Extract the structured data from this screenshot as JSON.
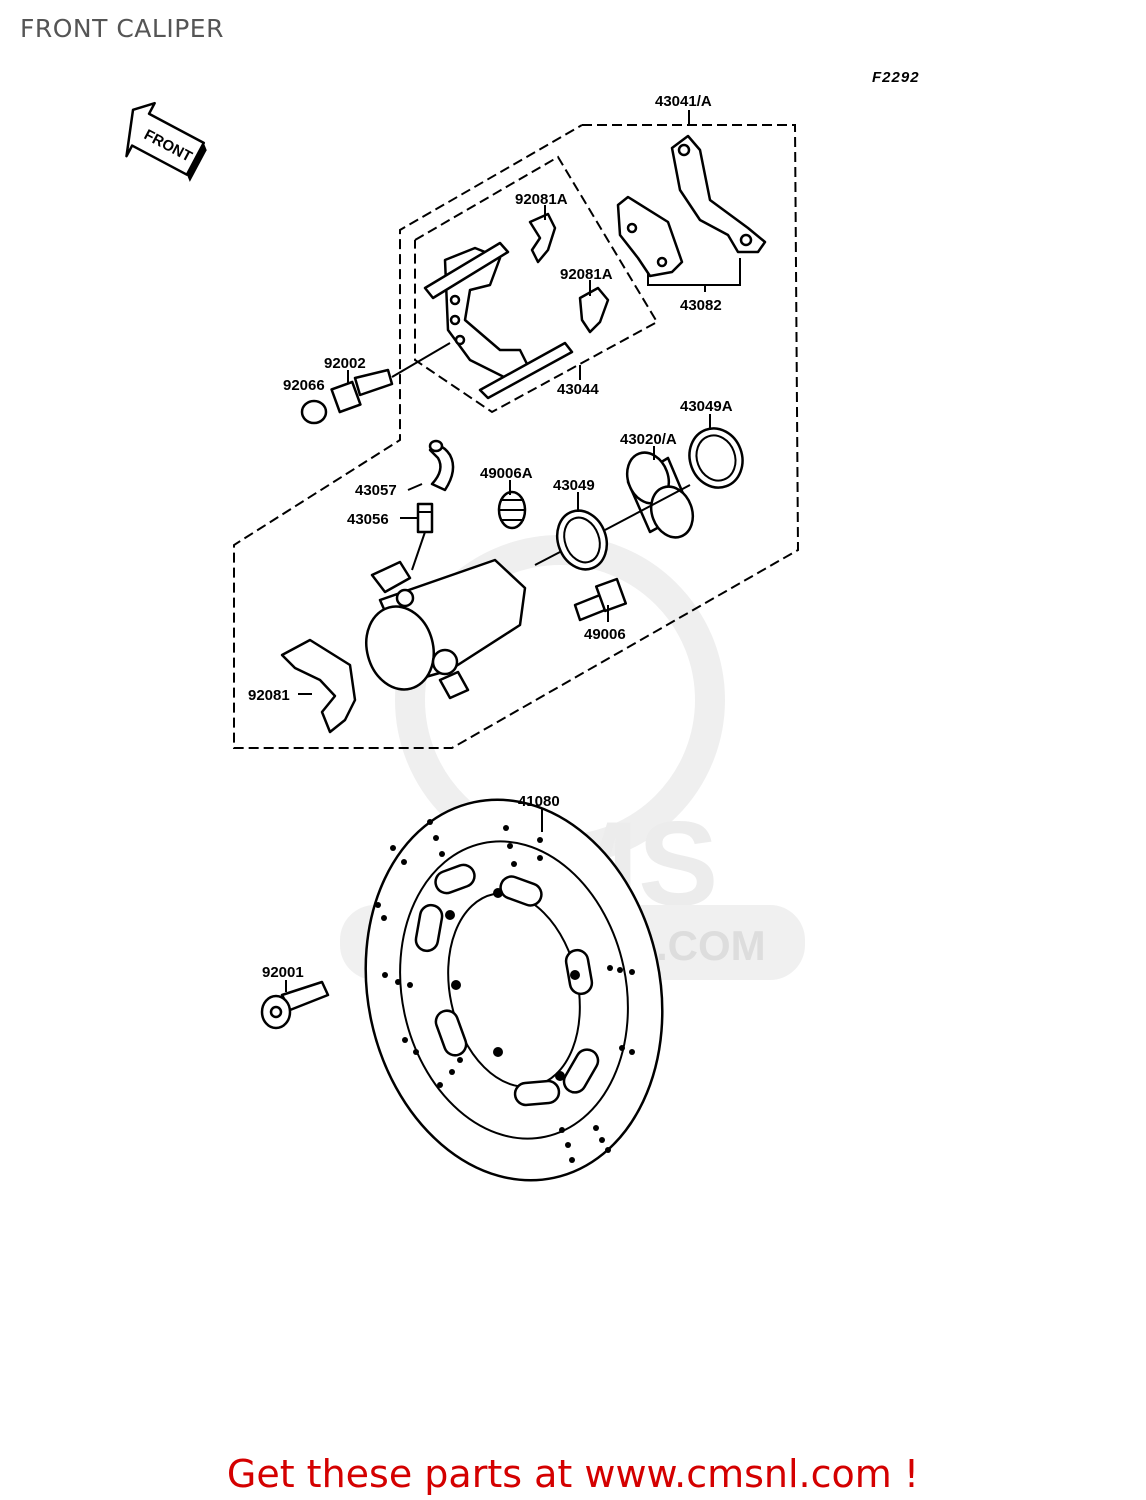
{
  "title": "FRONT CALIPER",
  "figure_code": "F2292",
  "front_marker": "FRONT",
  "watermark": {
    "brand": "CMS",
    "url": "WWW.CMSNL.COM"
  },
  "footer": "Get these parts at www.cmsnl.com !",
  "parts": {
    "p43041A": "43041/A",
    "p92081A_1": "92081A",
    "p92081A_2": "92081A",
    "p43082": "43082",
    "p92002": "92002",
    "p92066": "92066",
    "p43044": "43044",
    "p43049A": "43049A",
    "p43020A": "43020/A",
    "p49006A": "49006A",
    "p43057": "43057",
    "p43049": "43049",
    "p43056": "43056",
    "p49006": "49006",
    "p92081": "92081",
    "p41080": "41080",
    "p92001": "92001"
  }
}
